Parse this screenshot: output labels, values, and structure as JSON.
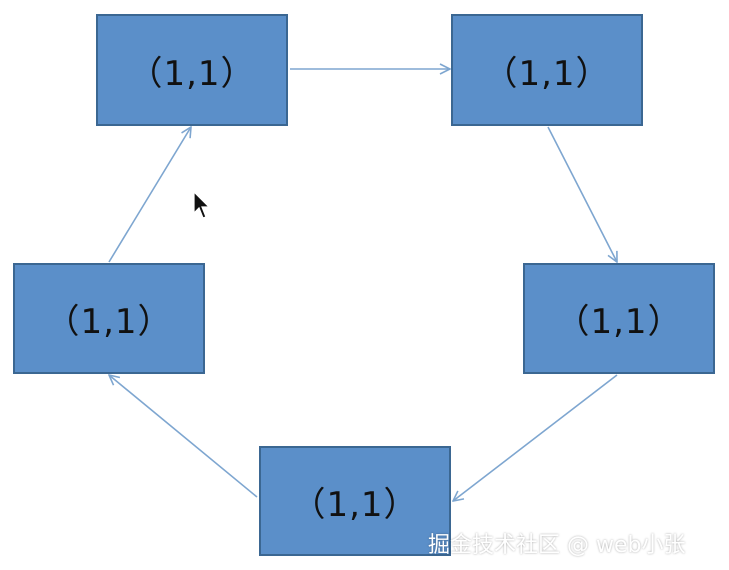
{
  "diagram": {
    "nodes": [
      {
        "id": "n1",
        "label": "（1,1）"
      },
      {
        "id": "n2",
        "label": "（1,1）"
      },
      {
        "id": "n3",
        "label": "（1,1）"
      },
      {
        "id": "n4",
        "label": "（1,1）"
      },
      {
        "id": "n5",
        "label": "（1,1）"
      }
    ],
    "edges": [
      {
        "from": "n1",
        "to": "n2"
      },
      {
        "from": "n2",
        "to": "n3"
      },
      {
        "from": "n3",
        "to": "n4"
      },
      {
        "from": "n4",
        "to": "n5"
      },
      {
        "from": "n5",
        "to": "n1"
      }
    ],
    "colors": {
      "node_fill": "#5b8fc9",
      "node_border": "#3b6792",
      "arrow": "#7ea6d0"
    }
  },
  "watermark": {
    "text": "掘金技术社区 @ web小张"
  },
  "icons": {
    "cursor": "mouse-pointer-icon"
  }
}
